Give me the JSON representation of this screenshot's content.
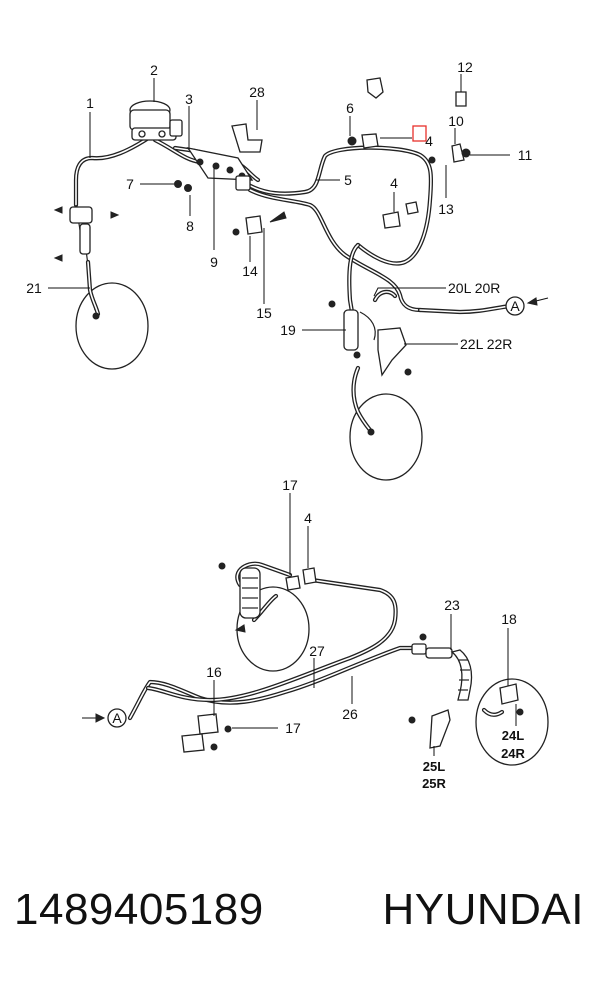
{
  "diagram": {
    "callouts": [
      {
        "key": "c1",
        "text": "1"
      },
      {
        "key": "c2",
        "text": "2"
      },
      {
        "key": "c3",
        "text": "3"
      },
      {
        "key": "c28",
        "text": "28"
      },
      {
        "key": "c6",
        "text": "6"
      },
      {
        "key": "c4a",
        "text": "4"
      },
      {
        "key": "c12",
        "text": "12"
      },
      {
        "key": "c10",
        "text": "10"
      },
      {
        "key": "c11",
        "text": "11"
      },
      {
        "key": "c7",
        "text": "7"
      },
      {
        "key": "c5",
        "text": "5"
      },
      {
        "key": "c4b",
        "text": "4"
      },
      {
        "key": "c8",
        "text": "8"
      },
      {
        "key": "c13",
        "text": "13"
      },
      {
        "key": "c9",
        "text": "9"
      },
      {
        "key": "c14",
        "text": "14"
      },
      {
        "key": "c21",
        "text": "21"
      },
      {
        "key": "c20",
        "text": "20L 20R"
      },
      {
        "key": "c15",
        "text": "15"
      },
      {
        "key": "c19",
        "text": "19"
      },
      {
        "key": "c22",
        "text": "22L 22R"
      },
      {
        "key": "c17a",
        "text": "17"
      },
      {
        "key": "c4c",
        "text": "4"
      },
      {
        "key": "c23",
        "text": "23"
      },
      {
        "key": "c18",
        "text": "18"
      },
      {
        "key": "c27",
        "text": "27"
      },
      {
        "key": "c16",
        "text": "16"
      },
      {
        "key": "c26",
        "text": "26"
      },
      {
        "key": "c17b",
        "text": "17"
      },
      {
        "key": "c24l",
        "text": "24L"
      },
      {
        "key": "c24r",
        "text": "24R"
      },
      {
        "key": "c25l",
        "text": "25L"
      },
      {
        "key": "c25r",
        "text": "25R"
      }
    ],
    "connector_marker": "A",
    "highlight_color": "#e8312b",
    "line_color": "#222222"
  },
  "footer": {
    "part_number": "1489405189",
    "brand": "HYUNDAI"
  }
}
